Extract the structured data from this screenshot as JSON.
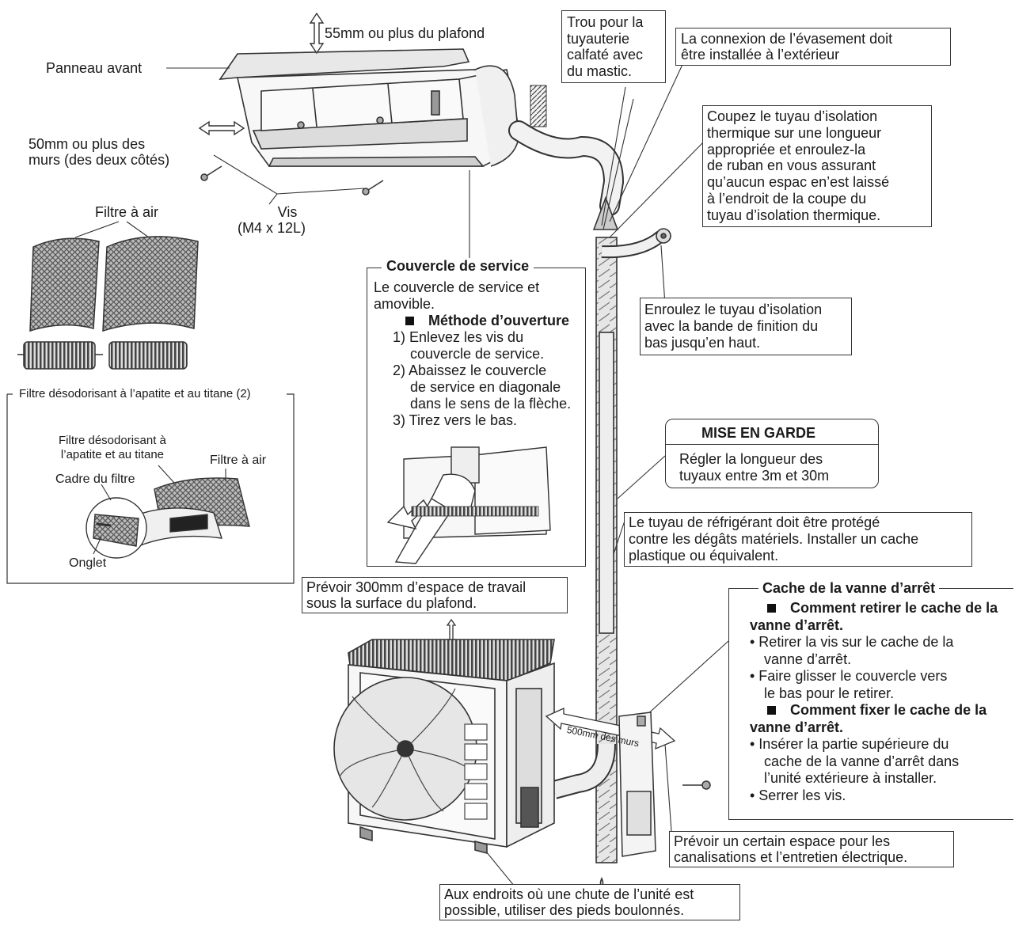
{
  "indoor": {
    "ceiling_clearance": "55mm ou plus du plafond",
    "front_panel": "Panneau avant",
    "wall_clearance": [
      "50mm ou plus des",
      "murs (des deux côtés)"
    ],
    "screws": [
      "Vis",
      "(M4 x 12L)"
    ],
    "pipe_hole": [
      "Trou pour la",
      "tuyauterie",
      "calfaté avec",
      "du mastic."
    ],
    "flare_connection": [
      "La connexion de l’évasement doit",
      "être installée à l’extérieur"
    ],
    "cut_insulation": [
      "Coupez le tuyau d’isolation",
      "thermique sur une longueur",
      "appropriée et enroulez-la",
      "de ruban en vous assurant",
      "qu’aucun espac en’est laissé",
      "à l’endroit de la coupe du",
      "tuyau d’isolation thermique."
    ]
  },
  "filters": {
    "air_filter_top": "Filtre à air",
    "deodorizing_title": "Filtre désodorisant à l’apatite et au titane (2)",
    "deodorizing_label": [
      "Filtre désodorisant à",
      "l’apatite et au titane"
    ],
    "air_filter_label": "Filtre à air",
    "frame": "Cadre du filtre",
    "tab": "Onglet"
  },
  "service_cover": {
    "title": "Couvercle de service",
    "intro": [
      "Le couvercle de service et",
      "amovible."
    ],
    "method_title": "Méthode d’ouverture",
    "steps": [
      "1) Enlevez les vis du",
      "couvercle de service.",
      "2) Abaissez le couvercle",
      "de service en diagonale",
      "dans le sens de la flèche.",
      "3) Tirez vers le bas."
    ]
  },
  "wrap_insulation": [
    "Enroulez le tuyau d’isolation",
    "avec la bande de finition du",
    "bas jusqu’en haut."
  ],
  "warning": {
    "title": "MISE EN GARDE",
    "text": [
      "Régler la longueur des",
      "tuyaux entre 3m et 30m"
    ]
  },
  "pipe_protection": [
    "Le tuyau de réfrigérant doit être protégé",
    "contre les dégâts matériels. Installer un cache",
    "plastique ou équivalent."
  ],
  "workspace": [
    "Prévoir 300mm d’espace de travail",
    "sous la surface du plafond."
  ],
  "wall_distance": "500mm des murs",
  "valve_cover": {
    "title": "Cache de la vanne d’arrêt",
    "remove_title": [
      "Comment retirer le cache de la",
      "vanne d’arrêt."
    ],
    "remove_steps": [
      "• Retirer la vis sur le cache de la",
      "vanne d’arrêt.",
      "• Faire glisser le couvercle vers",
      "le bas pour le retirer."
    ],
    "fix_title": [
      "Comment fixer le cache de la",
      "vanne d’arrêt."
    ],
    "fix_steps": [
      "• Insérer la partie supérieure du",
      "cache de la vanne d’arrêt dans",
      "l’unité extérieure à installer.",
      "• Serrer les vis."
    ]
  },
  "electrical_space": [
    "Prévoir un certain espace pour les",
    "canalisations et l’entretien électrique."
  ],
  "bolted_feet": [
    "Aux endroits où une chute de l’unité est",
    "possible, utiliser des pieds boulonnés."
  ]
}
